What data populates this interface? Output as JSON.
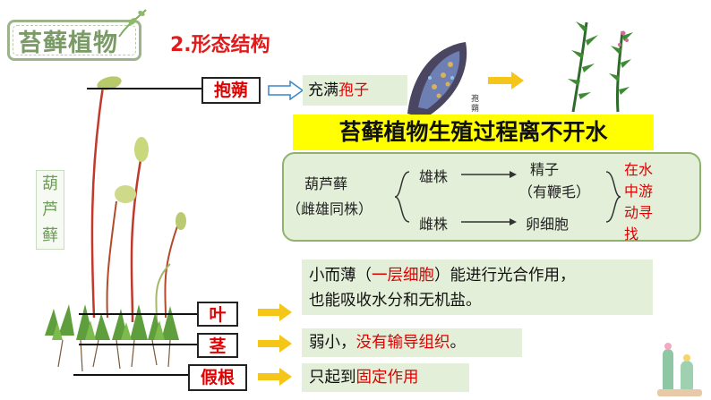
{
  "title": "苔藓植物",
  "subtitle": "2.形态结构",
  "plant_side_label": [
    "葫",
    "芦",
    "藓"
  ],
  "parts": {
    "capsule": {
      "label": "抱蒴",
      "desc_prefix": "充满",
      "desc_highlight": "孢子"
    },
    "leaf": {
      "label": "叶",
      "desc_line1_a": "小而薄（",
      "desc_line1_highlight": "一层细胞",
      "desc_line1_b": "）能进行光合作用，",
      "desc_line2": "也能吸收水分和无机盐。"
    },
    "stem": {
      "label": "茎",
      "desc_prefix": "弱小，",
      "desc_highlight": "没有输导组织",
      "desc_suffix": "。"
    },
    "rhizoid": {
      "label": "假根",
      "desc_prefix": "只起到",
      "desc_highlight": "固定作用"
    }
  },
  "banner": "苔藓植物生殖过程离不开水",
  "reproduction": {
    "name_line1": "葫芦藓",
    "name_line2": "（雌雄同株）",
    "male": "雄株",
    "female": "雌株",
    "sperm_line1": "精子",
    "sperm_line2": "（有鞭毛）",
    "egg": "卵细胞",
    "note": [
      "在水",
      "中游",
      "动寻",
      "找"
    ]
  },
  "capsule_image_caption": "孢\n蒴",
  "colors": {
    "accent_red": "#e00000",
    "green_box": "#e3efd8",
    "banner_yellow": "#ffff00",
    "arrow_yellow": "#f5c518"
  }
}
